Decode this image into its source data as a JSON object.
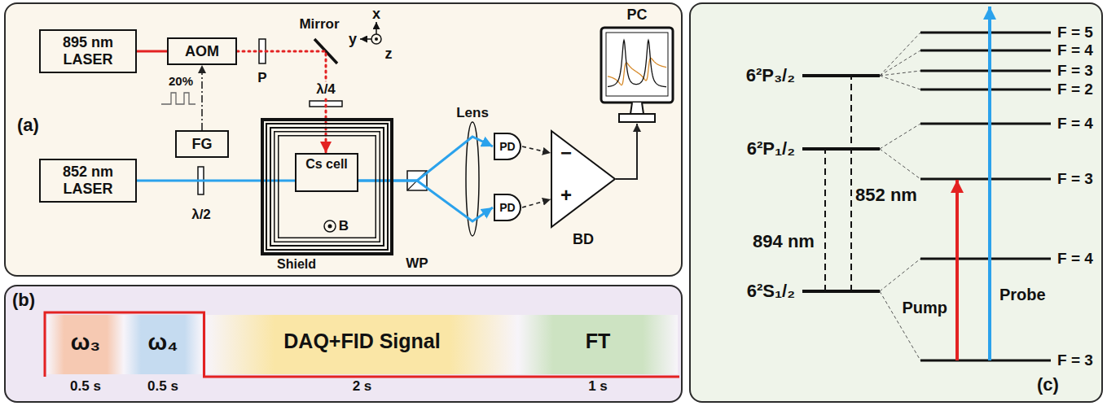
{
  "diagram": {
    "nodes": [
      {
        "text": [
          "(a)"
        ]
      },
      {
        "text": [
          "895 nm LASER"
        ],
        "in": 0
      },
      {
        "text": [
          "AOM"
        ],
        "in": 0
      },
      {
        "text": [
          "FG"
        ],
        "in": 0
      },
      {
        "text": [
          "PC"
        ],
        "in": 0
      },
      {
        "text": [
          "852 nm LASER"
        ],
        "in": 0
      },
      {
        "text": [
          "Shield"
        ],
        "in": 0
      },
      {
        "text": [
          "Cs cell"
        ],
        "in": 6
      },
      {
        "text": [
          "PD"
        ],
        "in": 0
      },
      {
        "text": [
          "PD"
        ],
        "in": 0
      },
      {
        "text": [
          "−",
          "+",
          "BD"
        ],
        "in": 0
      },
      {
        "text": [
          "(b)"
        ]
      },
      {
        "text": [
          "ω₃",
          "0.5 s"
        ],
        "in": 11
      },
      {
        "text": [
          "ω₄",
          "0.5 s"
        ],
        "in": 11
      },
      {
        "text": [
          "DAQ+FID Signal",
          "2 s"
        ],
        "in": 11
      },
      {
        "text": [
          "FT",
          "1 s"
        ],
        "in": 11
      },
      {
        "text": [
          "(c)"
        ]
      }
    ],
    "edges": [
      {
        "from": 1,
        "to": 2,
        "arrow": "none"
      },
      {
        "from": 2,
        "to": 7,
        "arrow": "to"
      },
      {
        "from": 3,
        "to": 2,
        "arrow": "to"
      },
      {
        "from": 5,
        "to": 7,
        "arrow": "none"
      },
      {
        "from": 7,
        "to": 8,
        "arrow": "to"
      },
      {
        "from": 7,
        "to": 9,
        "arrow": "to"
      },
      {
        "from": 8,
        "to": 10,
        "arrow": "to"
      },
      {
        "from": 9,
        "to": 10,
        "arrow": "to"
      },
      {
        "from": 10,
        "to": 4,
        "arrow": "to"
      }
    ],
    "labels": [
      "Mirror",
      "x",
      "y",
      "z",
      "P",
      "20%",
      "λ/4",
      "λ/2",
      "B",
      "WP",
      "Lens",
      "6²P₃/₂",
      "6²P₁/₂",
      "852 nm",
      "894 nm",
      "6²S₁/₂",
      "F = 5",
      "F = 4",
      "F = 3",
      "F = 2",
      "F = 4",
      "F = 3",
      "F = 4",
      "F = 3",
      "Pump",
      "Probe"
    ]
  }
}
